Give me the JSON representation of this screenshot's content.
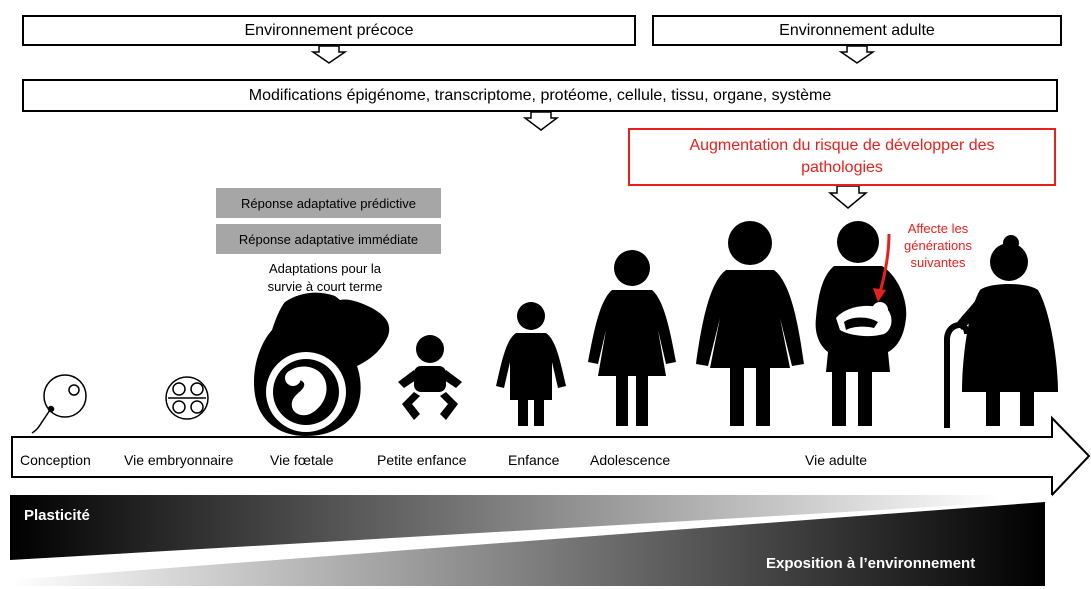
{
  "top_boxes": {
    "early_env": "Environnement précoce",
    "adult_env": "Environnement adulte",
    "modifications": "Modifications épigénome, transcriptome, protéome, cellule, tissu, organe, système"
  },
  "risk_box": {
    "line1": "Augmentation du risque de développer des",
    "line2": "pathologies"
  },
  "responses": {
    "predictive": "Réponse adaptative prédictive",
    "immediate": "Réponse adaptative immédiate",
    "short_term_line1": "Adaptations pour la",
    "short_term_line2": "survie à court terme"
  },
  "generations_note": {
    "line1": "Affecte les",
    "line2": "générations",
    "line3": "suivantes"
  },
  "stages": [
    "Conception",
    "Vie embryonnaire",
    "Vie fœtale",
    "Petite enfance",
    "Enfance",
    "Adolescence",
    "Vie adulte"
  ],
  "bottom": {
    "plasticity": "Plasticité",
    "exposure": "Exposition à l’environnement"
  },
  "colors": {
    "accent_red": "#e8201c",
    "black": "#000000",
    "grey_box": "#a6a6a6"
  },
  "icons": [
    "ovum-sperm-icon",
    "embryo-icon",
    "pregnant-woman-icon",
    "baby-icon",
    "child-icon",
    "teen-icon",
    "adult-icon",
    "mother-holding-baby-icon",
    "elderly-woman-cane-icon"
  ]
}
